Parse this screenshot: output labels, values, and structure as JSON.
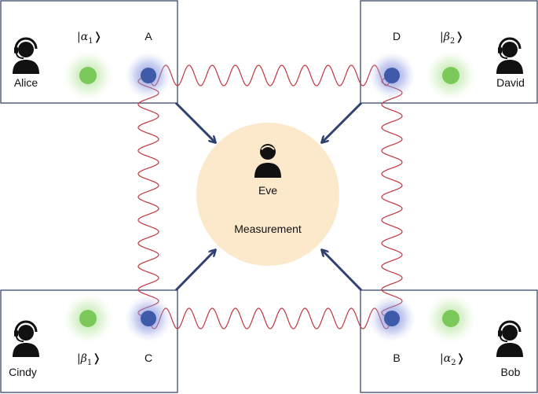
{
  "parties": {
    "alice": "Alice",
    "david": "David",
    "cindy": "Cindy",
    "bob": "Bob"
  },
  "nodes": {
    "a": "A",
    "b": "B",
    "c": "C",
    "d": "D"
  },
  "states": {
    "alpha1": {
      "open": "|",
      "sym": "α",
      "sub": "1",
      "close": "❭"
    },
    "beta2": {
      "open": "|",
      "sym": "β",
      "sub": "2",
      "close": "❭"
    },
    "beta1": {
      "open": "|",
      "sym": "β",
      "sub": "1",
      "close": "❭"
    },
    "alpha2": {
      "open": "|",
      "sym": "α",
      "sub": "2",
      "close": "❭"
    }
  },
  "center": {
    "name": "Eve",
    "action": "Measurement"
  },
  "colors": {
    "box_border": "#2b3a5a",
    "entangle_line": "#c0353f",
    "arrow": "#2f4170",
    "node_dot": "#3f5aa8",
    "node_glow": "#6a7fd1",
    "state_dot": "#7bc95b",
    "state_glow": "#bfe8ad",
    "eve_circle": "#fce9cc",
    "icon": "#111111"
  },
  "icons": {
    "operator": "headset-person-icon",
    "eavesdropper": "person-icon"
  }
}
